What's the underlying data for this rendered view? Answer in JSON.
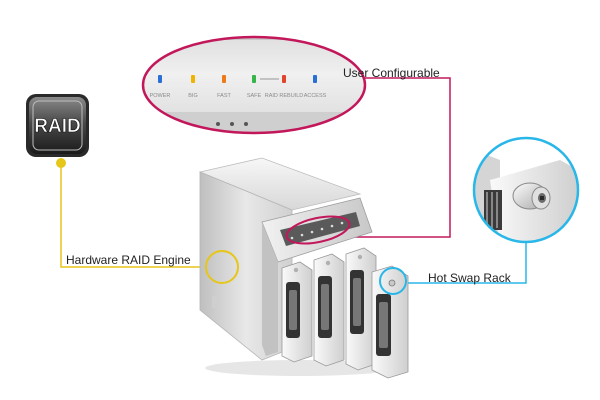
{
  "callouts": {
    "user_configurable": "User Configurable",
    "hardware_raid_engine": "Hardware RAID Engine",
    "hot_swap_rack": "Hot Swap Rack"
  },
  "raid_badge": {
    "text": "RAID"
  },
  "led_panel": {
    "leds": [
      {
        "label": "POWER",
        "color": "#2a6fd6"
      },
      {
        "label": "BIG",
        "color": "#f0b400"
      },
      {
        "label": "FAST",
        "color": "#f07a1a"
      },
      {
        "label": "SAFE",
        "color": "#38b54a"
      },
      {
        "label": "RAID REBUILD",
        "color": "#e2452c"
      },
      {
        "label": "ACCESS",
        "color": "#2a6fd6"
      }
    ]
  },
  "colors": {
    "user_configurable_line": "#c2185b",
    "hardware_raid_line": "#e6c619",
    "hot_swap_line": "#29b6e8"
  }
}
